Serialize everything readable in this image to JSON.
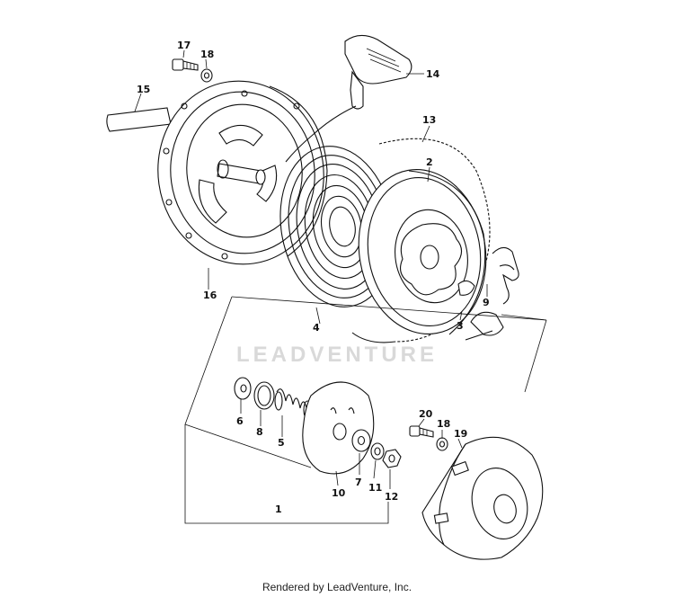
{
  "watermark": "LEADVENTURE",
  "footer": "Rendered by LeadVenture, Inc.",
  "parts": {
    "p1": "1",
    "p2": "2",
    "p3": "3",
    "p4": "4",
    "p5": "5",
    "p6": "6",
    "p7": "7",
    "p8": "8",
    "p9": "9",
    "p10": "10",
    "p11": "11",
    "p12": "12",
    "p13": "13",
    "p14": "14",
    "p15": "15",
    "p16": "16",
    "p17": "17",
    "p18a": "18",
    "p18b": "18",
    "p19": "19",
    "p20": "20"
  }
}
